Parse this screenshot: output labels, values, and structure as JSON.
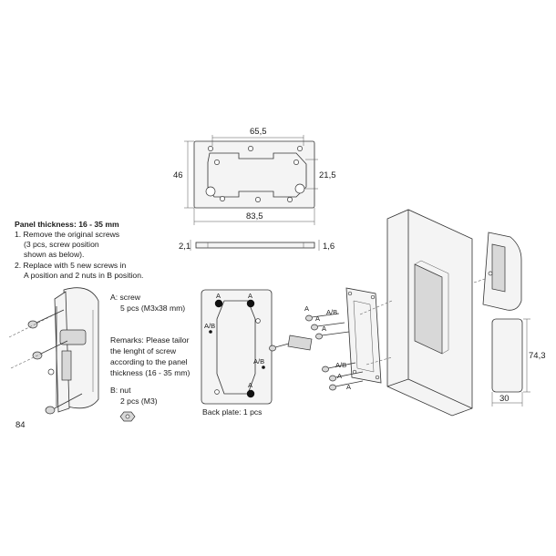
{
  "dimensions": {
    "top_width": "65,5",
    "right_height": "21,5",
    "left_height": "46",
    "bottom_width": "83,5",
    "thickness_left": "2,1",
    "thickness_right": "1,6",
    "box_height": "74,3",
    "box_width": "30",
    "screw_length": "84"
  },
  "instructions": {
    "heading": "Panel thickness: 16 - 35 mm",
    "step1_line1": "1. Remove the original screws",
    "step1_line2": "(3 pcs, screw position",
    "step1_line3": "shown as below).",
    "step2_line1": "2. Replace with 5 new screws in",
    "step2_line2": "A position and 2 nuts in B position."
  },
  "legend": {
    "screw_line1": "A: screw",
    "screw_line2": "5 pcs (M3x38 mm)",
    "remarks_line1": "Remarks: Please tailor",
    "remarks_line2": "the lenght of screw",
    "remarks_line3": "according to the panel",
    "remarks_line4": "thickness (16 - 35 mm)",
    "nut_line1": "B: nut",
    "nut_line2": "2 pcs (M3)"
  },
  "back_plate": {
    "caption": "Back plate: 1 pcs",
    "label_a": "A",
    "label_ab": "A/B"
  },
  "callouts": {
    "a": "A",
    "ab": "A/B"
  }
}
